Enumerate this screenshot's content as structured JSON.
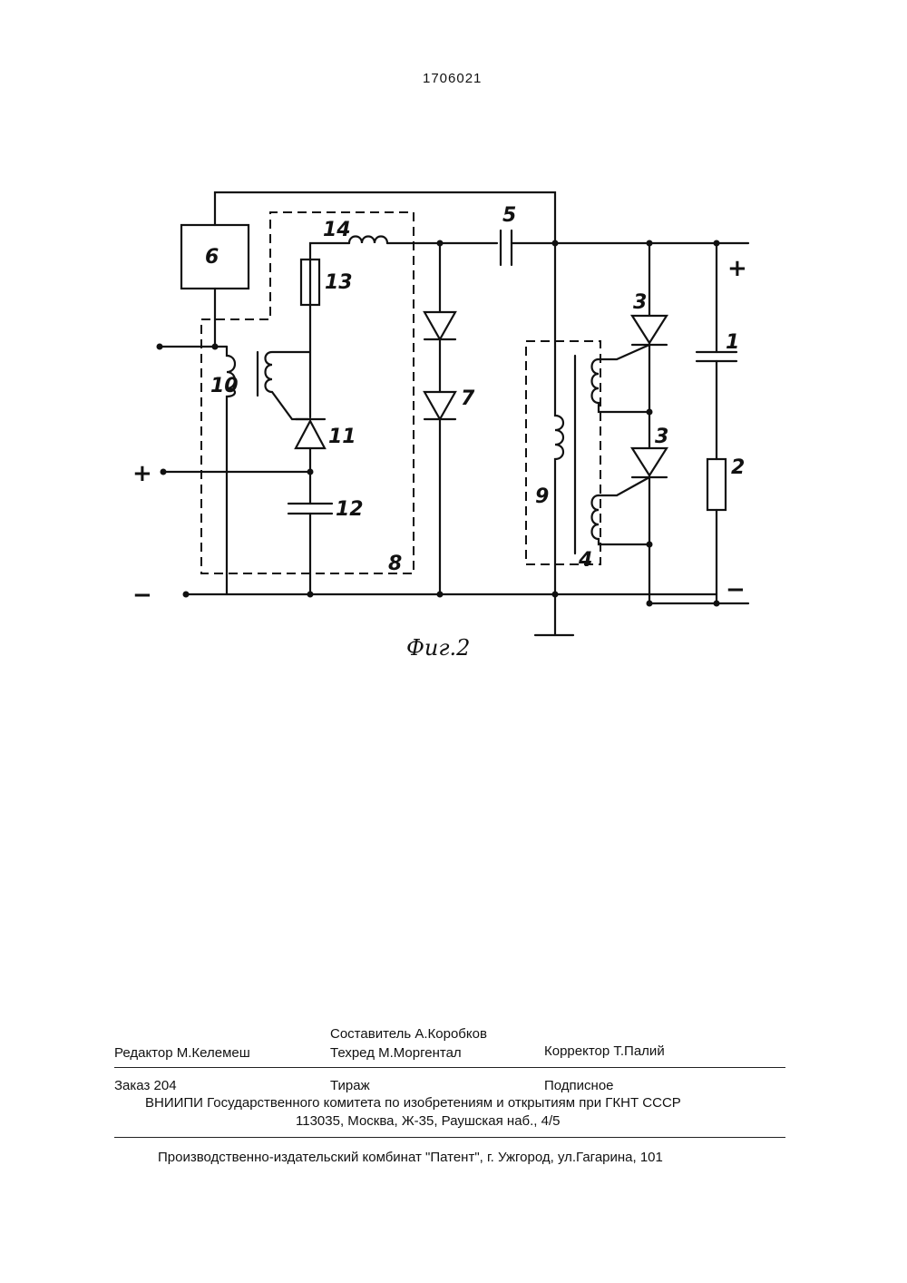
{
  "header": {
    "patent_number": "1706021"
  },
  "figure": {
    "caption": "Фиг.2",
    "component_labels": {
      "l1": "1",
      "l2": "2",
      "l3a": "3",
      "l3b": "3",
      "l4": "4",
      "l5": "5",
      "l6": "6",
      "l7": "7",
      "l8": "8",
      "l9": "9",
      "l10": "10",
      "l11": "11",
      "l12": "12",
      "l13": "13",
      "l14": "14"
    },
    "terminal_signs": {
      "in_plus": "+",
      "in_minus": "−",
      "out_plus": "+",
      "out_minus": "−"
    }
  },
  "imprint": {
    "compiler": "Составитель А.Коробков",
    "editor": "Редактор М.Келемеш",
    "tech_editor": "Техред М.Моргентал",
    "corrector": "Корректор Т.Палий",
    "order": "Заказ 204",
    "circulation": "Тираж",
    "subscription": "Подписное",
    "organization": "ВНИИПИ Государственного комитета по изобретениям и открытиям при ГКНТ СССР",
    "address": "113035, Москва, Ж-35, Раушская наб., 4/5",
    "printer": "Производственно-издательский комбинат \"Патент\", г. Ужгород, ул.Гагарина, 101"
  }
}
